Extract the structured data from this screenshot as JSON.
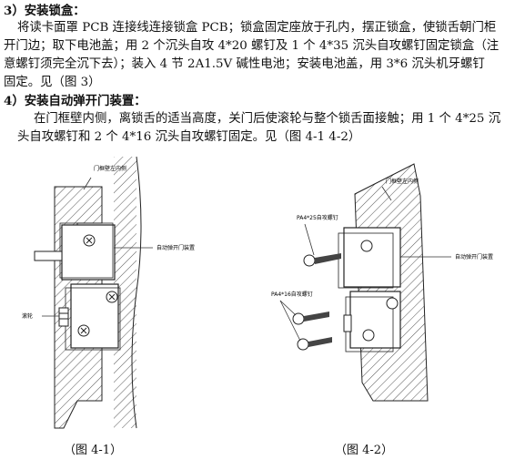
{
  "section3": {
    "heading": "3）安装锁盒：",
    "lines": [
      "将读卡面罩 PCB 连接线连接锁盒 PCB；锁盒固定座放于孔内，摆正锁盒，使锁舌朝门柜",
      "开门边；取下电池盖；用 2 个沉头自攻 4*20 螺钉及 1 个 4*35 沉头自攻螺钉固定锁盒（注",
      "意螺钉须完全沉下去）；装入 4 节 2A1.5V 碱性电池；安装电池盖，用 3*6 沉头机牙螺钉",
      "固定。见（图 3）"
    ]
  },
  "section4": {
    "heading": "4）安装自动弹开门装置：",
    "lines": [
      "在门框壁内侧，离锁舌的适当高度，关门后使滚轮与整个锁舌面接触；用 1 个 4*25 沉",
      "头自攻螺钉和 2 个 4*16 沉头自攻螺钉固定。见（图  4-1    4-2）"
    ]
  },
  "figure1": {
    "label": "（图   4-1）",
    "callout_top": "门框壁左内侧",
    "callout_device": "自动弹开门装置",
    "callout_roller": "滚轮"
  },
  "figure2": {
    "label": "（图   4-2）",
    "callout_top": "门框壁左内侧",
    "callout_screw1": "PA4*25自攻螺钉",
    "callout_screw2": "PA4*16自攻螺钉",
    "callout_device": "自动弹开门装置"
  }
}
